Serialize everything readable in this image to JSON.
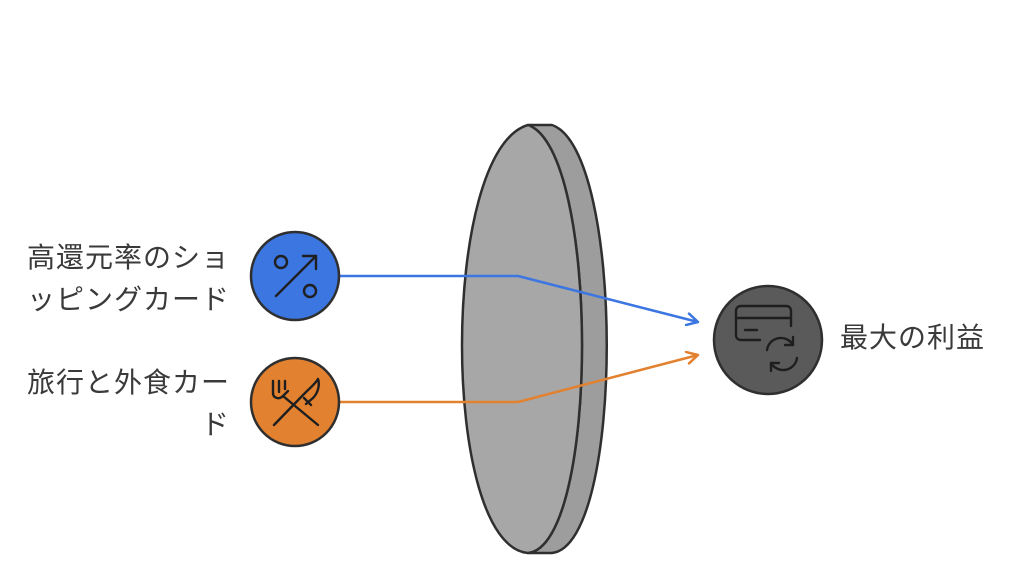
{
  "inputs": [
    {
      "label_lines": [
        "高還元率のショ",
        "ッピングカード"
      ],
      "icon": "percent-icon",
      "color": "#3b76e1"
    },
    {
      "label_lines": [
        "旅行と外食カー",
        "ド"
      ],
      "icon": "fork-knife-icon",
      "color": "#e2812f"
    }
  ],
  "output": {
    "label": "最大の利益",
    "icon": "credit-card-refresh-icon",
    "color": "#5a5a5a"
  },
  "lens": {
    "icon": "lens-icon",
    "color": "#a6a6a6"
  }
}
